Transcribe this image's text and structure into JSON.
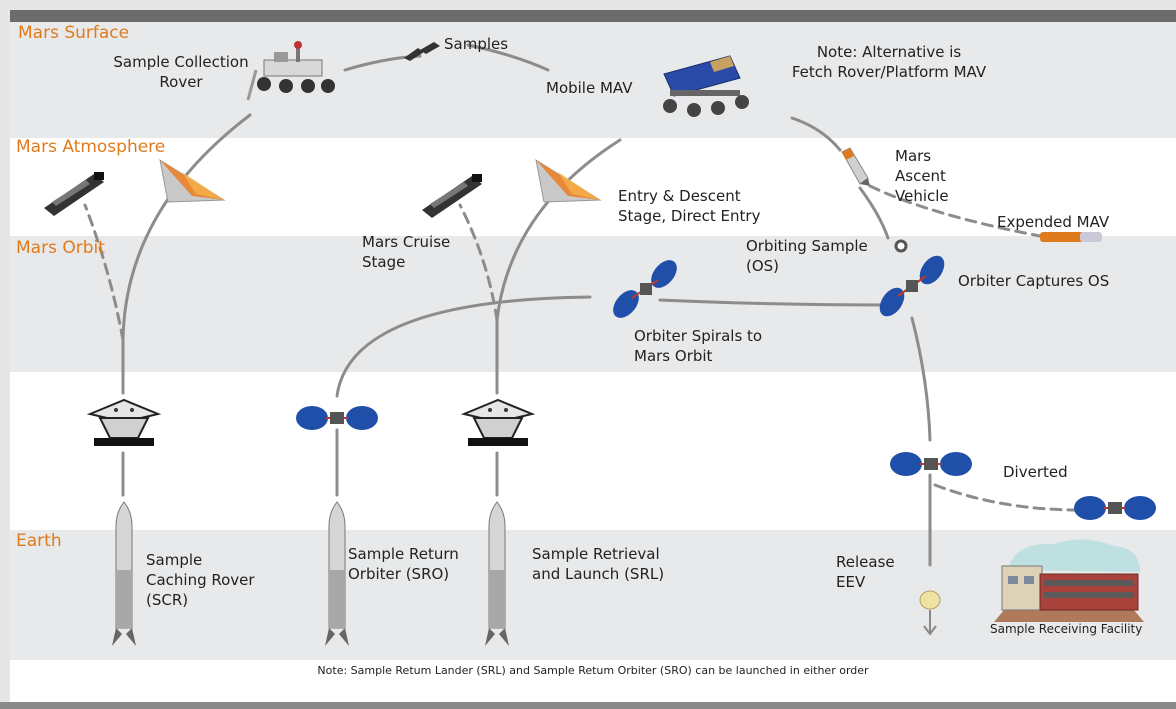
{
  "zones": {
    "mars_surface": "Mars Surface",
    "mars_atmosphere": "Mars Atmosphere",
    "mars_orbit": "Mars Orbit",
    "earth": "Earth"
  },
  "labels": {
    "sample_collection_rover": "Sample Collection\nRover",
    "samples": "Samples",
    "mobile_mav": "Mobile MAV",
    "note_alternative": "Note: Alternative is\nFetch Rover/Platform MAV",
    "mars_ascent_vehicle": "Mars\nAscent\nVehicle",
    "entry_descent": "Entry & Descent\nStage, Direct Entry",
    "expended_mav": "Expended MAV",
    "mars_cruise_stage": "Mars Cruise\nStage",
    "orbiting_sample": "Orbiting Sample\n(OS)",
    "orbiter_captures_os": "Orbiter Captures OS",
    "orbiter_spirals": "Orbiter Spirals to\nMars Orbit",
    "diverted": "Diverted",
    "sample_caching_rover": "Sample\nCaching Rover\n(SCR)",
    "sample_return_orbiter": "Sample Return\nOrbiter (SRO)",
    "sample_retrieval_launch": "Sample Retrieval\nand Launch (SRL)",
    "release_eev": "Release\nEEV",
    "sample_receiving_facility": "Sample Receiving Facility"
  },
  "footnote": "Note: Sample Retum Lander (SRL) and Sample Retum Orbiter (SRO) can be launched in either order",
  "colors": {
    "zone_label": "#e07b1d",
    "band_gray": "#e8e9ea",
    "path": "#8c8c8c",
    "orbiter_panel": "#1f4fa8"
  }
}
